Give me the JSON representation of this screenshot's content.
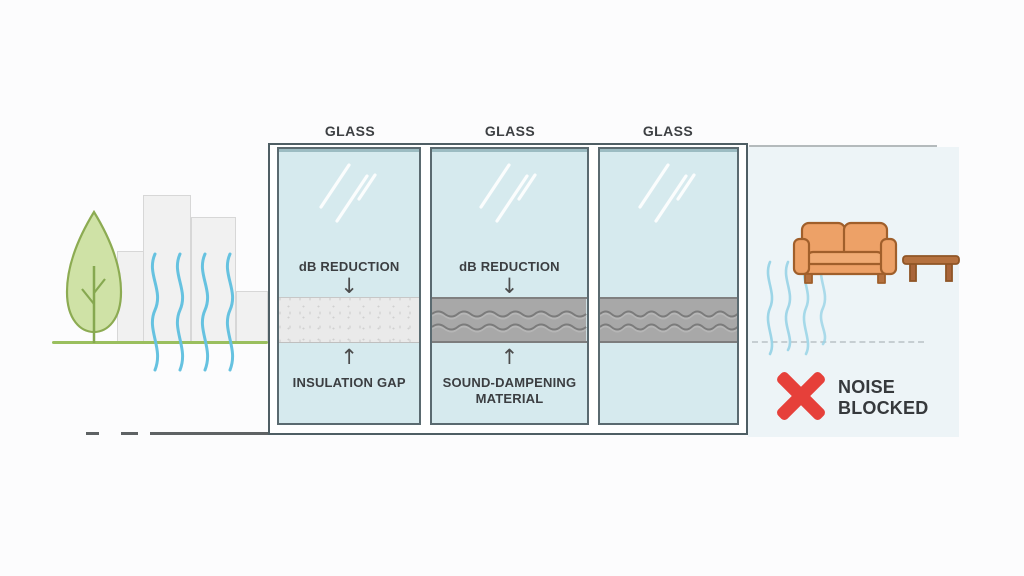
{
  "diagram": {
    "panels": [
      {
        "glass_label": "GLASS",
        "reduction_label": "dB REDUCTION",
        "layer_label": "INSULATION GAP"
      },
      {
        "glass_label": "GLASS",
        "reduction_label": "dB REDUCTION",
        "layer_label": "SOUND-DAMPENING MATERIAL"
      },
      {
        "glass_label": "GLASS"
      }
    ],
    "result": {
      "line1": "NOISE",
      "line2": "BLOCKED"
    },
    "icons": {
      "down_arrow": "↓",
      "up_arrow": "↑",
      "blocked_cross": "x-mark-bars",
      "tree": "tree-icon",
      "sound_waves": "sound-waves-icon",
      "couch": "couch-icon",
      "coffee_table": "coffee-table-icon"
    },
    "colors": {
      "glass": "#d6eaee",
      "glass_edge": "#5a6a70",
      "insulation_band": "#eaeaea",
      "dampening_band": "#a8a8a8",
      "wave_blue": "#6cc3e0",
      "wave_blue_faint": "#9bd4e7",
      "tree_green": "#cfe2a6",
      "ground_green": "#9abf5e",
      "couch_orange": "#eda167",
      "table_brown": "#b5713f",
      "blocked_red": "#e6403a",
      "text_dark": "#3b3e41",
      "room_bg": "#edf4f7"
    }
  }
}
